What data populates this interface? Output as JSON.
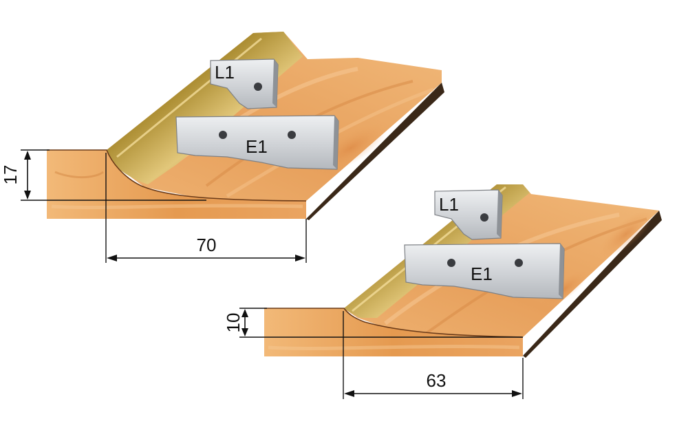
{
  "colors": {
    "wood_top": "#e9a25e",
    "wood_top_light": "#f3bd7e",
    "wood_front": "#e49a52",
    "wood_front_light": "#f0b474",
    "wood_side": "#3a2818",
    "groove_dark": "#6e5a14",
    "groove_mid": "#a88a2c",
    "groove_light": "#d9c074",
    "blade_face": "#c9ccd0",
    "blade_light": "#eceef0",
    "blade_edge": "#7d8085",
    "dimension": "#111111"
  },
  "upper_profile": {
    "label_top_knife": "L1",
    "label_side_knife": "E1",
    "height_dimension": "17",
    "width_dimension": "70"
  },
  "lower_profile": {
    "label_top_knife": "L1",
    "label_side_knife": "E1",
    "height_dimension": "10",
    "width_dimension": "63"
  }
}
